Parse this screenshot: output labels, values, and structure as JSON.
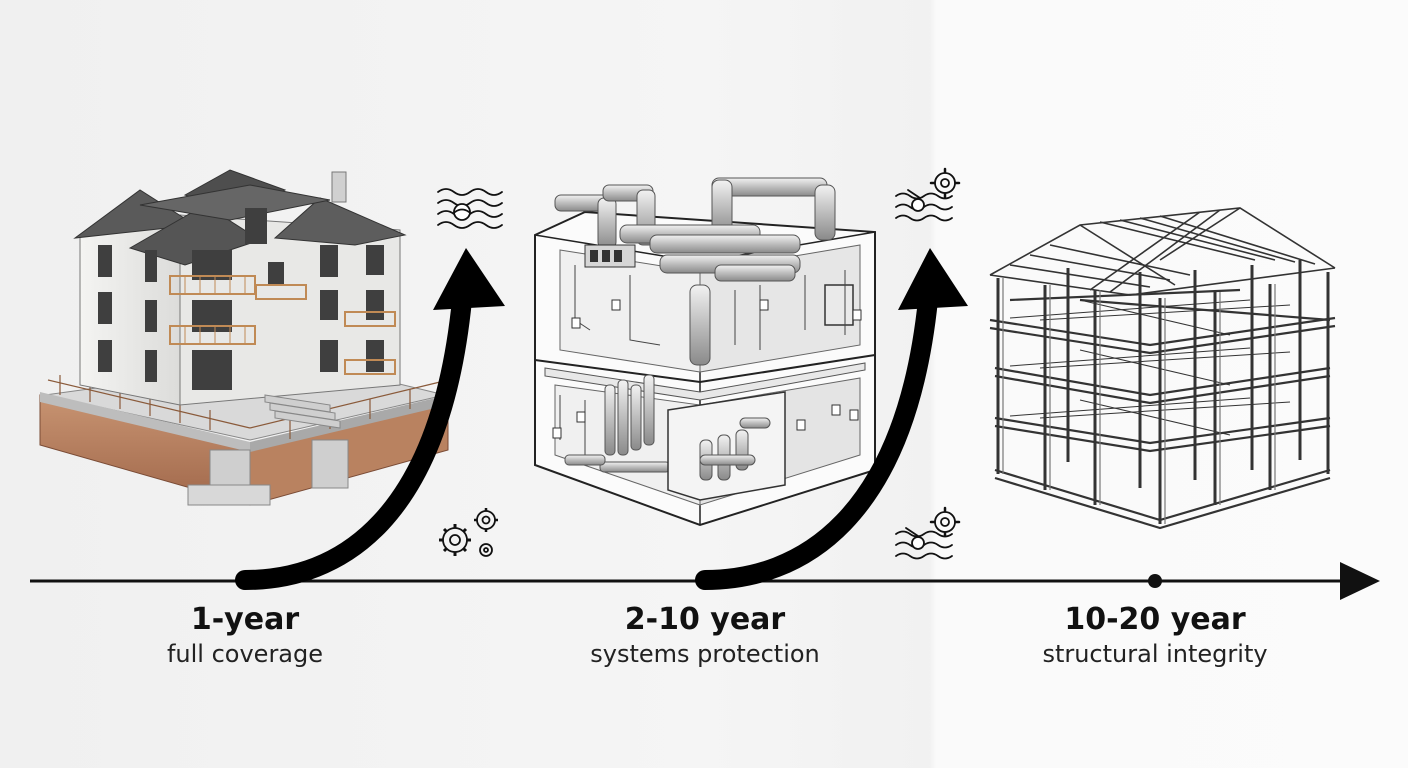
{
  "stages": [
    {
      "title": "1-year",
      "subtitle": "full coverage",
      "illustration": "house-icon",
      "icons": [
        "water-icon",
        "gears-icon"
      ]
    },
    {
      "title": "2-10 year",
      "subtitle": "systems protection",
      "illustration": "building-systems-icon",
      "icons": [
        "water-gear-icon",
        "water-gear-icon"
      ]
    },
    {
      "title": "10-20 year",
      "subtitle": "structural integrity",
      "illustration": "structural-frame-icon",
      "icons": []
    }
  ],
  "colors": {
    "ink": "#111111",
    "foundation": "#b07a55",
    "roof": "#555555",
    "rail": "#c08a55"
  }
}
